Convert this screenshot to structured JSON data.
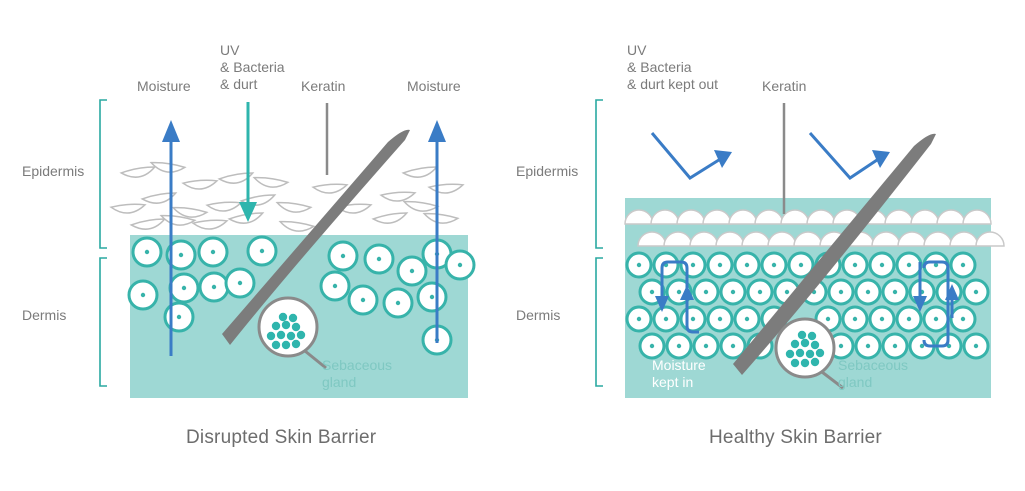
{
  "left_panel": {
    "caption": "Disrupted Skin Barrier",
    "labels": {
      "moisture_left": "Moisture",
      "uv": "UV\n& Bacteria\n& durt",
      "keratin": "Keratin",
      "moisture_right": "Moisture",
      "epidermis": "Epidermis",
      "dermis": "Dermis",
      "sebaceous": "Sebaceous\ngland"
    }
  },
  "right_panel": {
    "caption": "Healthy Skin Barrier",
    "labels": {
      "uv": "UV\n& Bacteria\n& durt kept out",
      "keratin": "Keratin",
      "epidermis": "Epidermis",
      "dermis": "Dermis",
      "moisture_kept": "Moisture\nkept in",
      "sebaceous": "Sebaceous\ngland"
    }
  },
  "colors": {
    "teal": "#9ed8d4",
    "cell_ring": "#37b3aa",
    "arrow_blue": "#3a7cc6",
    "arrow_teal": "#2fb5ad",
    "gray_line": "#8a8a8a",
    "bracket": "#2aa9a1"
  }
}
